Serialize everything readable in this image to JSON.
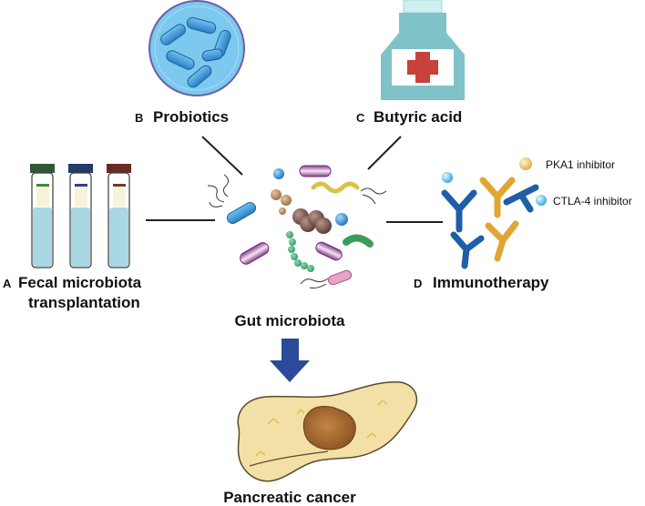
{
  "panels": {
    "probiotics": {
      "letter": "B",
      "label": "Probiotics"
    },
    "butyric_acid": {
      "letter": "C",
      "label": "Butyric acid"
    },
    "fecal_transplant": {
      "letter": "A",
      "label_line1": "Fecal microbiota",
      "label_line2": "transplantation"
    },
    "immunotherapy": {
      "letter": "D",
      "label": "Immunotherapy",
      "inhibitor_1": "PKA1 inhibitor",
      "inhibitor_2": "CTLA-4 inhibitor"
    }
  },
  "center": {
    "label": "Gut microbiota"
  },
  "outcome": {
    "label": "Pancreatic cancer"
  },
  "colors": {
    "petri_blue": "#7cc8ee",
    "bacteria_blue": "#2f86c8",
    "bottle_teal": "#7fc3c8",
    "red_cross": "#c8413b",
    "tube_liquid": "#a9d8e4",
    "arrow_blue": "#2c4a9a",
    "antibody_blue": "#1f5fa8",
    "antibody_gold": "#e0a634",
    "pancreas": "#f3e0a6",
    "tumor": "#b97a3c"
  }
}
